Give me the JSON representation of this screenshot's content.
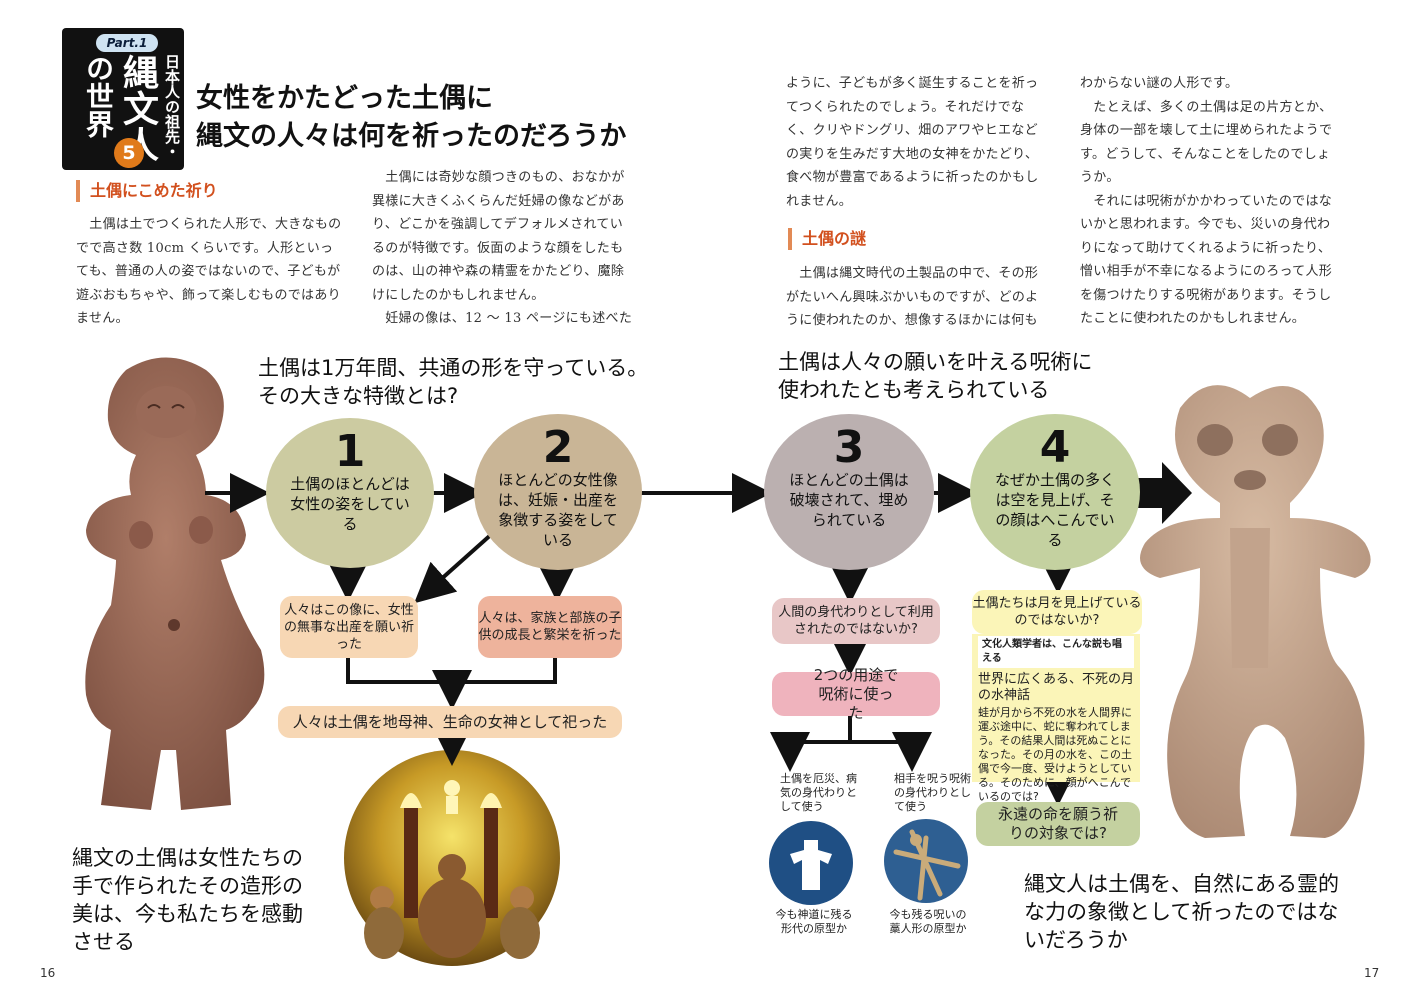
{
  "header": {
    "part": "Part.1",
    "series_lines": [
      "日本人の祖先・",
      "縄文人",
      "の世界"
    ],
    "chapter_number": "5",
    "title_line1": "女性をかたどった土偶に",
    "title_line2": "縄文の人々は何を祈ったのだろうか"
  },
  "sections": {
    "prayer_heading": "土偶にこめた祈り",
    "prayer_col1": "　土偶は土でつくられた人形で、大きなものでで高さ数 10cm くらいです。人形といっても、普通の人の姿ではないので、子どもが遊ぶおもちゃや、飾って楽しむものではありません。",
    "prayer_col2": "　土偶には奇妙な顔つきのもの、おなかが異様に大きくふくらんだ妊婦の像などがあり、どこかを強調してデフォルメされているのが特徴です。仮面のような顔をしたものは、山の神や森の精霊をかたどり、魔除けにしたのかもしれません。\n　妊婦の像は、12 ～ 13 ページにも述べた",
    "prayer_col3": "ように、子どもが多く誕生することを祈ってつくられたのでしょう。それだけでなく、クリやドングリ、畑のアワやヒエなどの実りを生みだす大地の女神をかたどり、食べ物が豊富であるように祈ったのかもしれません。",
    "mystery_heading": "土偶の謎",
    "mystery_col3": "　土偶は縄文時代の土製品の中で、その形がたいへん興味ぶかいものですが、どのように使われたのか、想像するほかには何も",
    "mystery_col4": "わからない謎の人形です。\n　たとえば、多くの土偶は足の片方とか、身体の一部を壊して土に埋められたようです。どうして、そんなことをしたのでしょうか。\n　それには呪術がかかわっていたのではないかと思われます。今でも、災いの身代わりになって助けてくれるように祈ったり、憎い相手が不幸になるようにのろって人形を傷つけたりする呪術があります。そうしたことに使われたのかもしれません。"
  },
  "diagram": {
    "left_question": "土偶は1万年間、共通の形を守っている。その大きな特徴とは?",
    "right_question": "土偶は人々の願いを叶える呪術に使われたとも考えられている",
    "circles": [
      {
        "num": "1",
        "text": "土偶のほとんどは女性の姿をしている"
      },
      {
        "num": "2",
        "text": "ほとんどの女性像は、妊娠・出産を象徴する姿をしている"
      },
      {
        "num": "3",
        "text": "ほとんどの土偶は破壊されて、埋められている"
      },
      {
        "num": "4",
        "text": "なぜか土偶の多くは空を見上げ、その顔はへこんでいる"
      }
    ],
    "box_birth": "人々はこの像に、女性の無事な出産を願い祈った",
    "box_family": "人々は、家族と部族の子供の成長と繁栄を祈った",
    "box_goddess": "人々は土偶を地母神、生命の女神として祀った",
    "box_substitute": "人間の身代わりとして利用されたのではないか?",
    "box_two_uses": "2つの用途で呪術に使った",
    "use1": "土偶を厄災、病気の身代わりとして使う",
    "use2": "相手を呪う呪術の身代わりとして使う",
    "icon1_caption": "今も神道に残る形代の原型か",
    "icon2_caption": "今も残る呪いの藁人形の原型か",
    "moon_question": "土偶たちは月を見上げているのではないか?",
    "moon_note_title": "文化人類学者は、こんな説も唱える",
    "moon_myth_title": "世界に広くある、不死の月の水神話",
    "moon_myth_text": "蛙が月から不死の水を人間界に運ぶ途中に、蛇に奪われてしまう。その結果人間は死ぬことになった。その月の水を、この土偶で今一度、受けようとしている。そのために、顔がへこんでいるのでは?",
    "eternal": "永遠の命を願う祈りの対象では?"
  },
  "captions": {
    "left": "縄文の土偶は女性たちの手で作られたその造形の美は、今も私たちを感動させる",
    "right": "縄文人は土偶を、自然にある霊的な力の象徴として祈ったのではないだろうか"
  },
  "pages": {
    "left": "16",
    "right": "17"
  },
  "colors": {
    "circle1": "#cccba1",
    "circle2": "#c9b596",
    "circle3": "#bbb0b0",
    "circle4": "#c4d1a0",
    "box_peach": "#f7d7b4",
    "box_salmon": "#eeb39c",
    "box_pink": "#e8c7c7",
    "box_pink_deep": "#efb3bd",
    "box_yellow": "#fbf5b8",
    "heading": "#d2501e"
  }
}
